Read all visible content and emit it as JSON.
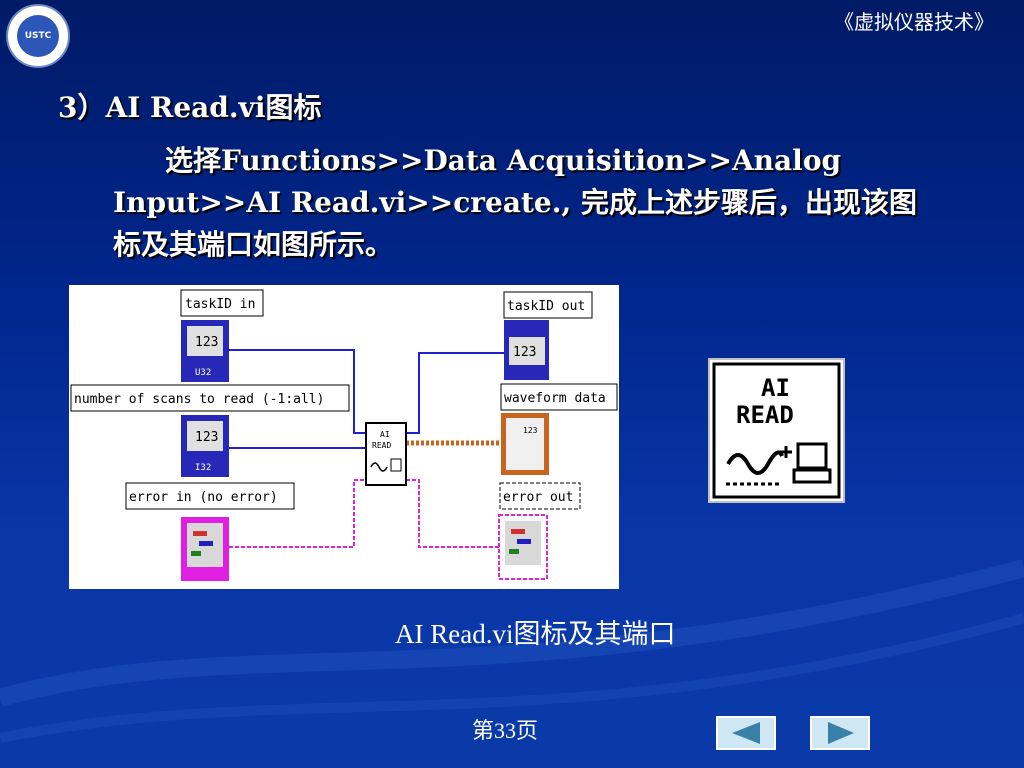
{
  "header": {
    "course_title": "《虚拟仪器技术》"
  },
  "logo": {
    "text": "USTC",
    "icon": "university-seal-icon"
  },
  "slide": {
    "heading": "3）AI Read.vi图标",
    "paragraph_line1": "选择Functions>>Data Acquisition>>Analog",
    "paragraph_line2": "Input>>AI Read.vi>>create., 完成上述步骤后，出现该图",
    "paragraph_line3": "标及其端口如图所示。"
  },
  "diagram": {
    "taskid_in": "taskID in",
    "taskid_out": "taskID out",
    "num_scans": "number of scans to read (-1:all)",
    "waveform": "waveform data",
    "error_in": "error in (no error)",
    "error_out": "error out",
    "num_123": "123",
    "u32": "U32",
    "i32": "I32",
    "ai": "AI",
    "read": "READ"
  },
  "icon_big": {
    "line1": "AI",
    "line2": "READ"
  },
  "caption": "AI Read.vi图标及其端口",
  "footer": {
    "page_label": "第33页"
  },
  "nav": {
    "prev_icon": "left-arrow-icon",
    "next_icon": "right-arrow-icon"
  },
  "colors": {
    "background": "#00258a",
    "wire_blue": "#2020d0",
    "wire_pink": "#e020e0",
    "wire_orange": "#c8641e"
  }
}
